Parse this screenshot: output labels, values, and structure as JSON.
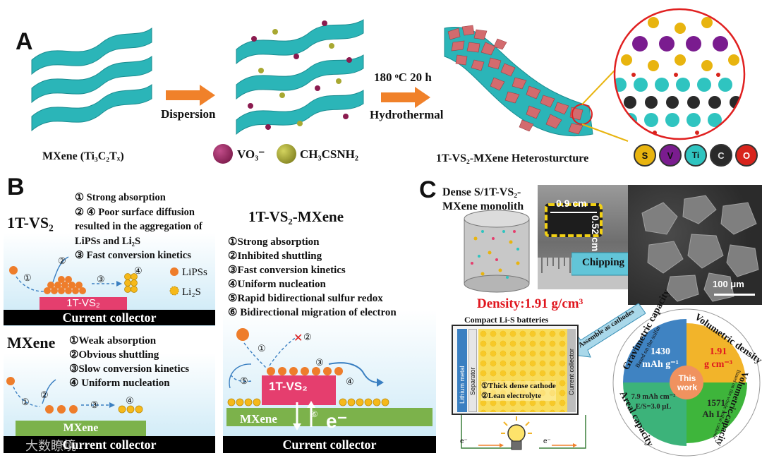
{
  "panel_a": {
    "letter": "A",
    "mxene_label": "MXene (Ti₃C₂Tₓ)",
    "step1_label": "Dispersion",
    "step2_top": "180 ᵒC 20 h",
    "step2_bottom": "Hydrothermal",
    "reagent1": "VO₃⁻",
    "reagent2": "CH₃CSNH₂",
    "product_label": "1T-VS₂-MXene Heterosturcture",
    "atoms": [
      {
        "symbol": "S",
        "color": "#e8b40f"
      },
      {
        "symbol": "V",
        "color": "#7a1c8f"
      },
      {
        "symbol": "Ti",
        "color": "#2fc4c0"
      },
      {
        "symbol": "C",
        "color": "#2a2a2a"
      },
      {
        "symbol": "O",
        "color": "#d8241c"
      }
    ]
  },
  "panel_b": {
    "letter": "B",
    "vs2_title": "1T-VS₂",
    "vs2_points": [
      "① Strong absorption",
      "② ④  Poor surface diffusion",
      "resulted in the aggregation of",
      "LiPSs and Li₂S",
      "③ Fast conversion kinetics"
    ],
    "legend_lipss": "LiPSs",
    "legend_li2s": "Li₂S",
    "vs2_block": "1T-VS₂",
    "collector": "Current collector",
    "mxene_title": "MXene",
    "mxene_points": [
      "①Weak absorption",
      "②Obvious shuttling",
      "③Slow conversion kinetics",
      "④ Uniform nucleation"
    ],
    "mxene_block": "MXene",
    "hetero_title": "1T-VS₂-MXene",
    "hetero_points": [
      "①Strong absorption",
      "②Inhibited shuttling",
      "③Fast conversion kinetics",
      "④Uniform nucleation",
      "⑤Rapid bidirectional sulfur redox",
      "⑥ Bidirectional migration of electron"
    ],
    "hetero_block_top": "1T-VS₂",
    "hetero_block_bottom": "MXene",
    "electron": "e⁻",
    "step_marks": [
      "①",
      "②",
      "③",
      "④",
      "⑤",
      "⑥"
    ]
  },
  "panel_c": {
    "letter": "C",
    "monolith_title_1": "Dense S/1T-VS₂-",
    "monolith_title_2": "MXene monolith",
    "width_label": "0.9 cm",
    "height_label": "0.52 cm",
    "chipping": "Chipping",
    "scale_bar": "100 μm",
    "density": "Density:1.91 g/cm³",
    "battery_title": "Compact Li-S batteries",
    "assemble": "Assemble as cathodes",
    "anode_label": "Lithium metal",
    "separator_label": "Separator",
    "collector_label": "Current collector",
    "battery_points": [
      "①Thick dense cathode",
      "②Lean electrolyte"
    ],
    "electron_left": "e⁻",
    "electron_right": "e⁻",
    "pie": {
      "center": "This work",
      "quadrants": [
        {
          "title": "Gravimetric capacity",
          "subtitle": "Based on the sulfur",
          "value": "1430",
          "unit": "mAh g⁻¹",
          "color": "#3f83c2"
        },
        {
          "title": "Volumetric density",
          "subtitle": "",
          "value": "1.91",
          "unit": "g cm⁻³",
          "color": "#f2b42a"
        },
        {
          "title": "Areal capacity",
          "subtitle": "",
          "value": "7.9 mAh cm⁻²",
          "unit": "E/S=3.0 μL",
          "color": "#3cb37a"
        },
        {
          "title": "Volumetric capacity",
          "subtitle": "Based on the whole sulfur cathode",
          "value": "1571",
          "unit": "Ah L⁻¹",
          "color": "#3eb53b"
        }
      ]
    }
  },
  "watermark": "大数瞭境",
  "colors": {
    "mxene_teal": "#2bb5b8",
    "arrow_orange": "#f0812a",
    "lipss_orange": "#ee7d2b",
    "vs2_pink": "#e53e6e",
    "mxene_green": "#7cb24b",
    "bg_blue": "#d6eef8",
    "density_red": "#e0161e"
  }
}
